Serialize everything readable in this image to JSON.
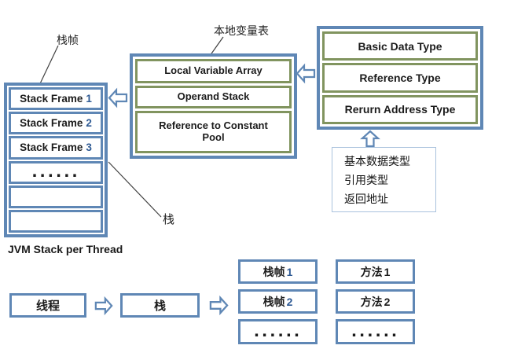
{
  "colors": {
    "blue_border": "#5f87b5",
    "green_border": "#81945f",
    "light_blue_border": "#a9c2dd",
    "digit_blue": "#2e5a94",
    "text": "#1a1a1a"
  },
  "annotations": {
    "stack_frame_label": "栈帧",
    "local_var_table_label": "本地变量表",
    "stack_label": "栈",
    "jvm_stack_caption": "JVM Stack per Thread"
  },
  "jvm_stack_box": {
    "rows": [
      {
        "label": "Stack Frame",
        "num": "1"
      },
      {
        "label": "Stack Frame",
        "num": "2"
      },
      {
        "label": "Stack Frame",
        "num": "3"
      },
      {
        "label": "......",
        "num": ""
      },
      {
        "label": "",
        "num": ""
      },
      {
        "label": "",
        "num": ""
      }
    ]
  },
  "frame_detail_box": {
    "rows": [
      "Local Variable Array",
      "Operand Stack",
      "Reference to Constant Pool"
    ]
  },
  "type_box": {
    "rows": [
      "Basic Data Type",
      "Reference Type",
      "Rerurn Address Type"
    ]
  },
  "type_note_box": {
    "lines": [
      "基本数据类型",
      "引用类型",
      "返回地址"
    ]
  },
  "flow": {
    "thread_box": "线程",
    "stack_box": "栈",
    "frames": [
      {
        "label": "栈帧",
        "num": "1"
      },
      {
        "label": "栈帧",
        "num": "2"
      },
      {
        "label": "......",
        "num": ""
      }
    ],
    "methods": [
      {
        "label": "方法",
        "num": "1"
      },
      {
        "label": "方法",
        "num": "2"
      },
      {
        "label": "......",
        "num": ""
      }
    ]
  }
}
